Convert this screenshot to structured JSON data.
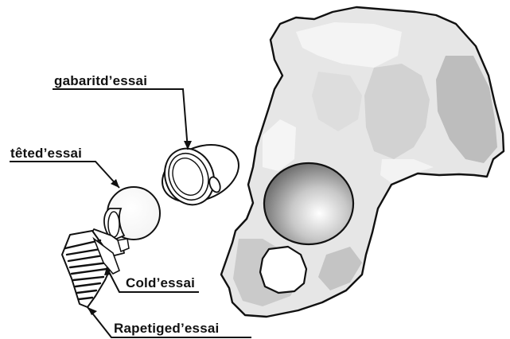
{
  "labels": {
    "trial_template": "gabaritd’essai",
    "trial_head": "têted’essai",
    "trial_neck": "Cold’essai",
    "trial_broach": "Rapetiged’essai"
  },
  "colors": {
    "ink": "#111111",
    "bone_light": "#e9e9e9",
    "bone_mid": "#cfcfcf",
    "bone_dark": "#b4b4b4",
    "acetabulum_center": "#ffffff",
    "acetabulum_edge": "#6e6e6e"
  }
}
